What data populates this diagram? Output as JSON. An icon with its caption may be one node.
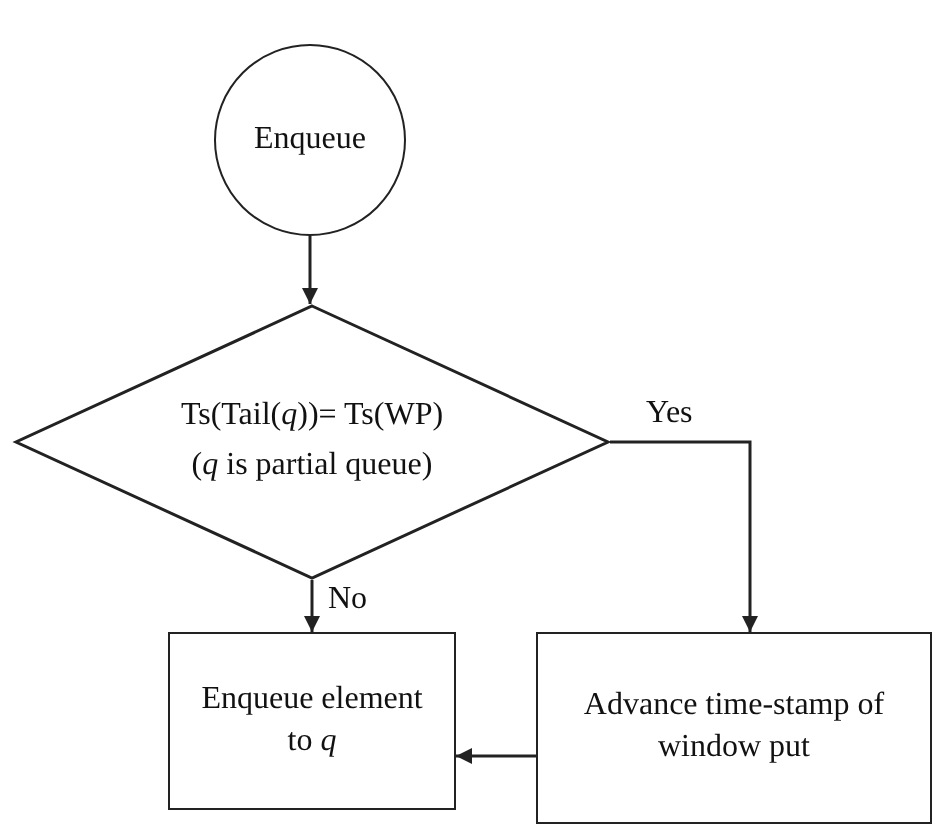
{
  "diagram": {
    "nodes": [
      {
        "text": [
          "Enqueue"
        ]
      },
      {
        "text": [
          "Ts(Tail(*q*))= Ts(WP)",
          "(*q* is partial queue)"
        ]
      },
      {
        "text": [
          "Enqueue element to *q*"
        ]
      },
      {
        "text": [
          "Advance time-stamp of window put"
        ]
      }
    ],
    "edges": [
      {
        "from": 0,
        "to": 1,
        "arrow": "to"
      },
      {
        "from": 1,
        "to": 2,
        "arrow": "to",
        "label": "No"
      },
      {
        "from": 1,
        "to": 3,
        "arrow": "to",
        "label": "Yes"
      },
      {
        "from": 3,
        "to": 2,
        "arrow": "to"
      }
    ]
  }
}
